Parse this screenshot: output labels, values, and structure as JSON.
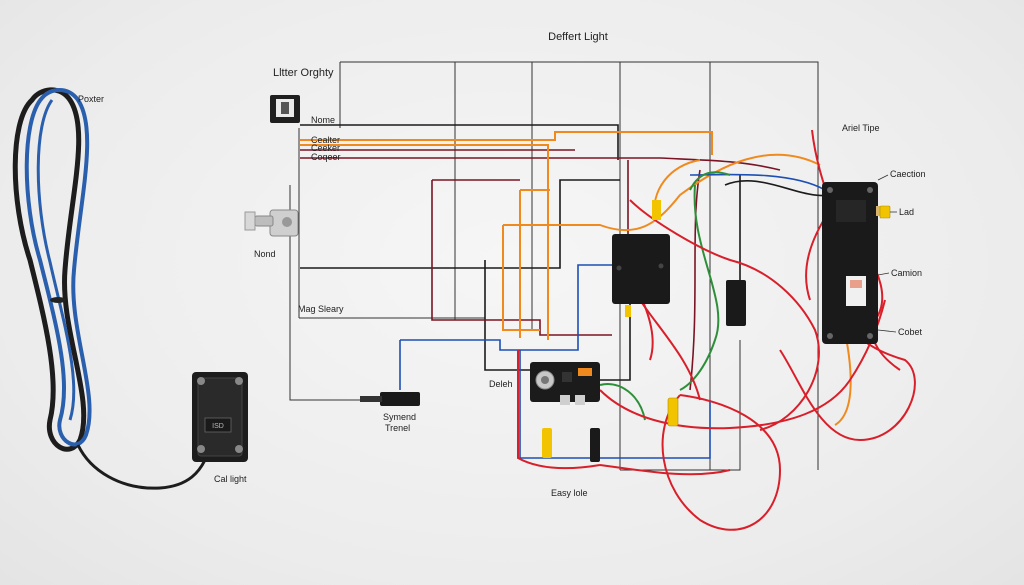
{
  "labels": {
    "top": "Deffert Light",
    "power": "Poxter",
    "relay": "Lltter Orghty",
    "nome": "Nome",
    "ceeker1": "Cealter",
    "ceeker2": "Ceeker",
    "ceeker3": "Coqeer",
    "nord": "Nond",
    "mag": "Mag Sleary",
    "sv1": "Symend",
    "sv2": "Trenel",
    "cal": "Cal light",
    "deleh": "Deleh",
    "easy": "Easy lole",
    "ariel": "Ariel Tipe",
    "caection": "Caection",
    "lad": "Lad",
    "camion": "Camion",
    "cobet": "Cobet"
  },
  "colors": {
    "background": "#ececec",
    "wire_black": "#1b1b1b",
    "wire_red": "#d81f2a",
    "wire_orange": "#f08a1e",
    "wire_blue": "#1d4fb5",
    "wire_maroon": "#7a1424",
    "wire_green": "#2e8f3a",
    "wire_yellow": "#f2c400",
    "cable_blue": "#2a5fae",
    "module": "#1a1a1a"
  },
  "icons": [
    "coiled-cable",
    "relay-switch",
    "toggle-switch",
    "control-module",
    "wall-switch",
    "terminal-board",
    "inline-fuse",
    "connector-plug"
  ]
}
